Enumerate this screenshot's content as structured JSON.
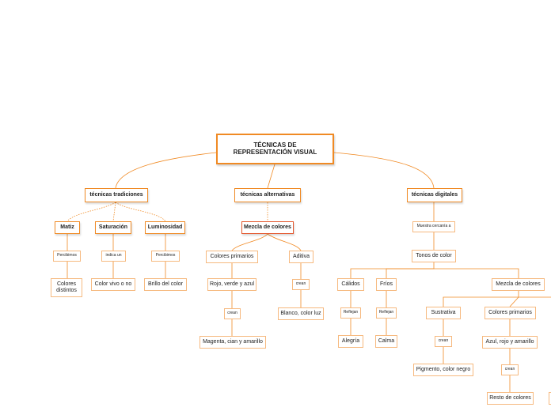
{
  "map": {
    "title_line1": "TÉCNICAS DE",
    "title_line2": "REPRESENTACIÓN VISUAL",
    "tradicionales": {
      "label": "técnicas tradiciones",
      "matiz": "Matiz",
      "saturacion": "Saturación",
      "luminosidad": "Luminosidad",
      "matiz_link": "Percibimos",
      "saturacion_link": "indica un",
      "luminosidad_link": "Percibimos",
      "matiz_result": "Colores distintos",
      "saturacion_result": "Color vivo o no",
      "luminosidad_result": "Brillo del color"
    },
    "alternativas": {
      "label": "técnicas alternativas",
      "mezcla": "Mezcla de colores",
      "primarios": "Colores primarios",
      "primarios_value": "Rojo, verde y azul",
      "primarios_link": "crean",
      "primarios_result": "Magenta, cian y amarillo",
      "aditiva": "Aditiva",
      "aditiva_link": "crean",
      "aditiva_result": "Blanco, color luz"
    },
    "digitales": {
      "label": "técnicas digitales",
      "muestra_link": "Muestra cercanía a",
      "tonos": "Tonos de color",
      "calidos": "Cálidos",
      "calidos_link": "Reflejan",
      "calidos_result": "Alegría",
      "frios": "Fríos",
      "frios_link": "Reflejan",
      "frios_result": "Calma",
      "mezcla": "Mezcla de colores",
      "sustrativa": "Sustrativa",
      "sustrativa_link": "crean",
      "sustrativa_result": "Pigmento, color negro",
      "primarios": "Colores primarios",
      "primarios_value": "Azul, rojo y amarillo",
      "primarios_link": "crean",
      "primarios_result": "Resto de colores"
    }
  }
}
